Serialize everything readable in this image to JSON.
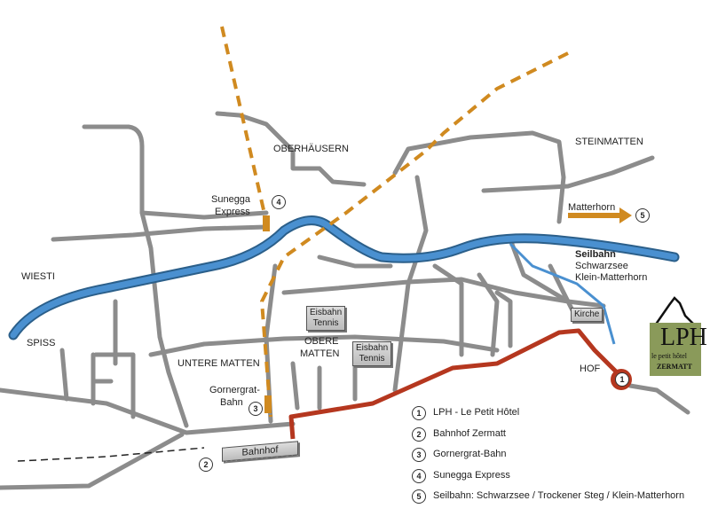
{
  "colors": {
    "road": "#8c8c8c",
    "river": "#4a90d0",
    "route": "#b5371f",
    "lift": "#d08a20"
  },
  "districts": {
    "oberhaeusern": "OBERHÄUSERN",
    "steinmatten": "STEINMATTEN",
    "wiesti": "WIESTI",
    "spiss": "SPISS",
    "obere_matten_1": "OBERE",
    "obere_matten_2": "MATTEN",
    "untere_matten": "UNTERE MATTEN",
    "hof": "HOF"
  },
  "labels": {
    "sunegga_1": "Sunegga",
    "sunegga_2": "Express",
    "matterhorn": "Matterhorn",
    "seilbahn": "Seilbahn",
    "schwarzsee": "Schwarzsee",
    "klein_matterhorn": "Klein-Matterhorn",
    "gornergrat_1": "Gornergrat-",
    "gornergrat_2": "Bahn"
  },
  "boxes": {
    "eisbahn1_1": "Eisbahn",
    "eisbahn1_2": "Tennis",
    "eisbahn2_1": "Eisbahn",
    "eisbahn2_2": "Tennis",
    "kirche": "Kirche",
    "bahnhof": "Bahnhof"
  },
  "markers": {
    "m1": "1",
    "m2": "2",
    "m3": "3",
    "m4": "4",
    "m5": "5"
  },
  "legend": [
    {
      "num": "1",
      "text": "LPH - Le Petit Hôtel"
    },
    {
      "num": "2",
      "text": "Bahnhof Zermatt"
    },
    {
      "num": "3",
      "text": "Gornergrat-Bahn"
    },
    {
      "num": "4",
      "text": "Sunegga Express"
    },
    {
      "num": "5",
      "text": "Seilbahn: Schwarzsee / Trockener Steg / Klein-Matterhorn"
    }
  ],
  "logo": {
    "title": "LPH",
    "subtitle": "le petit hôtel",
    "town": "ZERMATT"
  }
}
